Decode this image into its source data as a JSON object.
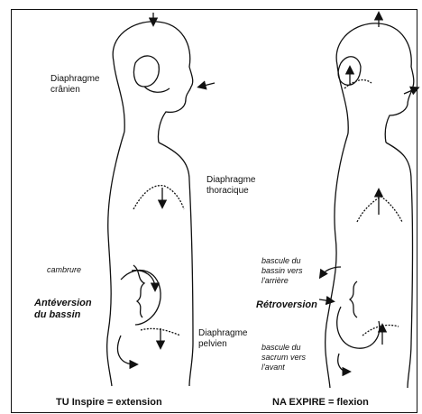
{
  "labels": {
    "diaphragme_cranien_1": "Diaphragme",
    "diaphragme_cranien_2": "crânien",
    "diaphragme_thoracique_1": "Diaphragme",
    "diaphragme_thoracique_2": "thoracique",
    "cambrure": "cambrure",
    "anteversion_1": "Antéversion",
    "anteversion_2": "du bassin",
    "diaphragme_pelvien_1": "Diaphragme",
    "diaphragme_pelvien_2": "pelvien",
    "bascule_bassin_1": "bascule du",
    "bascule_bassin_2": "bassin vers",
    "bascule_bassin_3": "l'arrière",
    "retroversion": "Rétroversion",
    "bascule_sacrum_1": "bascule du",
    "bascule_sacrum_2": "sacrum vers",
    "bascule_sacrum_3": "l'avant"
  },
  "captions": {
    "left": "TU  Inspire = extension",
    "right": "NA  EXPIRE = flexion"
  },
  "colors": {
    "ink": "#111111",
    "background": "#ffffff"
  }
}
